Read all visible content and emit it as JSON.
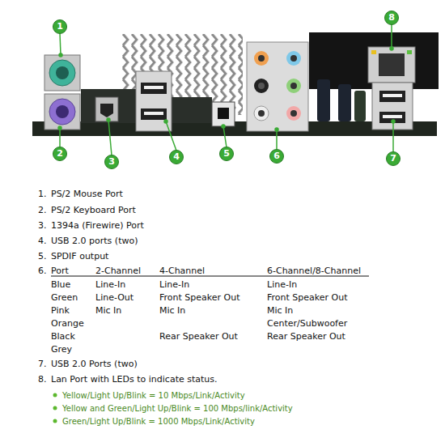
{
  "diagram": {
    "nodes": [
      {
        "text": [
          "1"
        ]
      },
      {
        "text": [
          "2"
        ]
      },
      {
        "text": [
          "3"
        ]
      },
      {
        "text": [
          "4"
        ]
      },
      {
        "text": [
          "5"
        ]
      },
      {
        "text": [
          "6"
        ]
      },
      {
        "text": [
          "7"
        ]
      },
      {
        "text": [
          "8"
        ]
      }
    ],
    "labels": [
      "1.",
      "PS/2 Mouse Port",
      "2.",
      "PS/2 Keyboard Port",
      "3.",
      "1394a (Firewire) Port",
      "4.",
      "USB 2.0 ports (two)",
      "5.",
      "SPDIF output",
      "6.",
      "Port",
      "2-Channel",
      "4-Channel",
      "6-Channel/8-Channel",
      "Blue",
      "Line-In",
      "Line-In",
      "Line-In",
      "Green",
      "Line-Out",
      "Front Speaker Out",
      "Front Speaker Out",
      "Pink",
      "Mic In",
      "Mic In",
      "Mic In",
      "Orange",
      "Center/Subwoofer",
      "Black",
      "Rear Speaker Out",
      "Rear Speaker Out",
      "Grey",
      "7.",
      "USB 2.0 Ports (two)",
      "8.",
      "Lan Port with LEDs to indicate status.",
      "Yellow/Light Up/Blink = 10 Mbps/Link/Activity",
      "Yellow and Green/Light Up/Blink = 100 Mbps/link/Activity",
      "Green/Light Up/Blink = 1000 Mbps/Link/Activity"
    ]
  }
}
